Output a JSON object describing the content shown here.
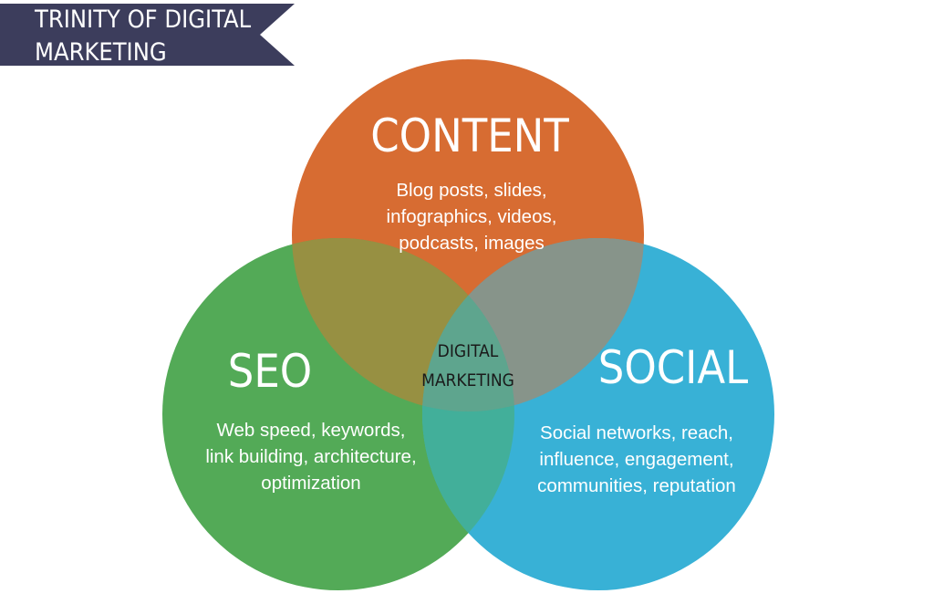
{
  "banner": {
    "title_lines": [
      "TRINITY OF DIGITAL",
      "MARKETING"
    ]
  },
  "circles": {
    "content": {
      "title": "CONTENT",
      "lines": [
        "Blog posts, slides,",
        "infographics, videos,",
        "podcasts, images"
      ]
    },
    "seo": {
      "title": "SEO",
      "lines": [
        "Web speed, keywords,",
        "link building, architecture,",
        "optimization"
      ]
    },
    "social": {
      "title": "SOCIAL",
      "lines": [
        "Social networks, reach,",
        "influence, engagement,",
        "communities, reputation"
      ]
    }
  },
  "center": {
    "lines": [
      "DIGITAL",
      "MARKETING"
    ]
  },
  "colors": {
    "banner": "#3c3d5c",
    "content": "#d76c32",
    "seo": "#53aa57",
    "social": "#38b1d6",
    "seo_content_overlap": "#979042",
    "content_social_overlap": "#87948a",
    "seo_social_overlap": "#42af9a",
    "center_overlap": "#5ea58e"
  }
}
